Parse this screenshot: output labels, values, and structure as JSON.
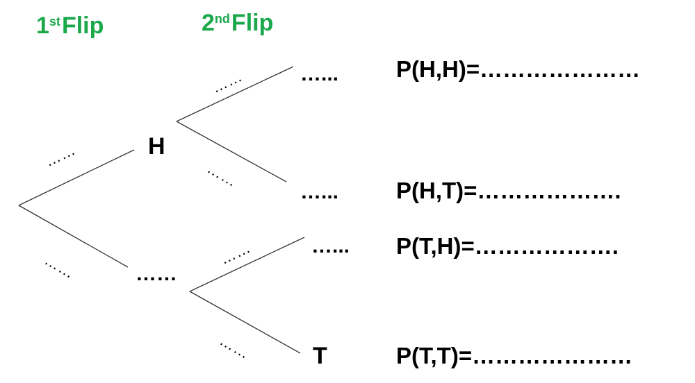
{
  "headers": {
    "first": {
      "num": "1",
      "sup": "st",
      "word": "Flip"
    },
    "second": {
      "num": "2",
      "sup": "nd",
      "word": "Flip"
    }
  },
  "nodes": {
    "first_h": "H",
    "first_t": "……",
    "hh": "…...",
    "ht": "…...",
    "th": "…...",
    "tt": "T"
  },
  "branch_labels": {
    "root_upper": "……",
    "root_lower": "……",
    "h_upper": "……",
    "h_lower": "……",
    "t_upper": "……",
    "t_lower": "……"
  },
  "probabilities": {
    "hh": "P(H,H)=…………………",
    "ht": "P(H,T)=……………….",
    "th": "P(T,H)=……………….",
    "tt": "P(T,T)=…………………"
  },
  "colors": {
    "header": "#1aa84b",
    "text": "#000000",
    "line": "#333333"
  }
}
